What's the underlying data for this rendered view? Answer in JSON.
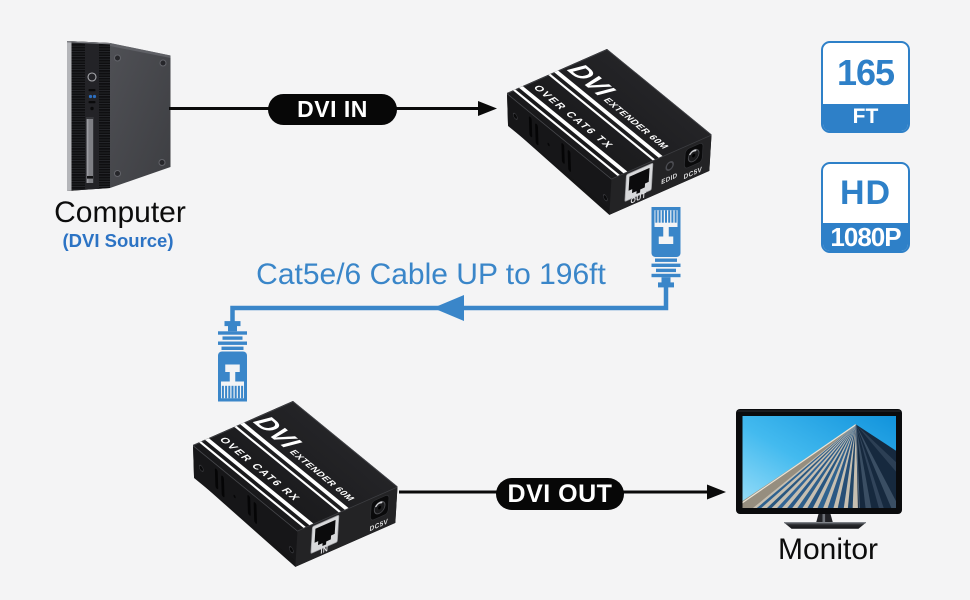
{
  "colors": {
    "background": "#f4f4f5",
    "accent": "#3a86c9",
    "accent-dark": "#2e80c8",
    "text-blue": "#2c73c4",
    "line": "#0a0a0a"
  },
  "source": {
    "label": "Computer",
    "sublabel": "(DVI Source)"
  },
  "signal_in": {
    "label": "DVI IN"
  },
  "signal_out": {
    "label": "DVI OUT"
  },
  "cable": {
    "label": "Cat5e/6 Cable UP to 196ft"
  },
  "transmitter": {
    "brand": "DVI",
    "model": "EXTENDER 60M",
    "variant": "OVER CAT6 TX",
    "port": "OUT",
    "button": "EDID",
    "power": "DC5V"
  },
  "receiver": {
    "brand": "DVI",
    "model": "EXTENDER 60M",
    "variant": "OVER CAT6 RX",
    "port": "IN",
    "power": "DC5V"
  },
  "display": {
    "label": "Monitor"
  },
  "badges": [
    {
      "value": "165",
      "unit": "FT"
    },
    {
      "value": "HD",
      "unit": "1080P"
    }
  ]
}
